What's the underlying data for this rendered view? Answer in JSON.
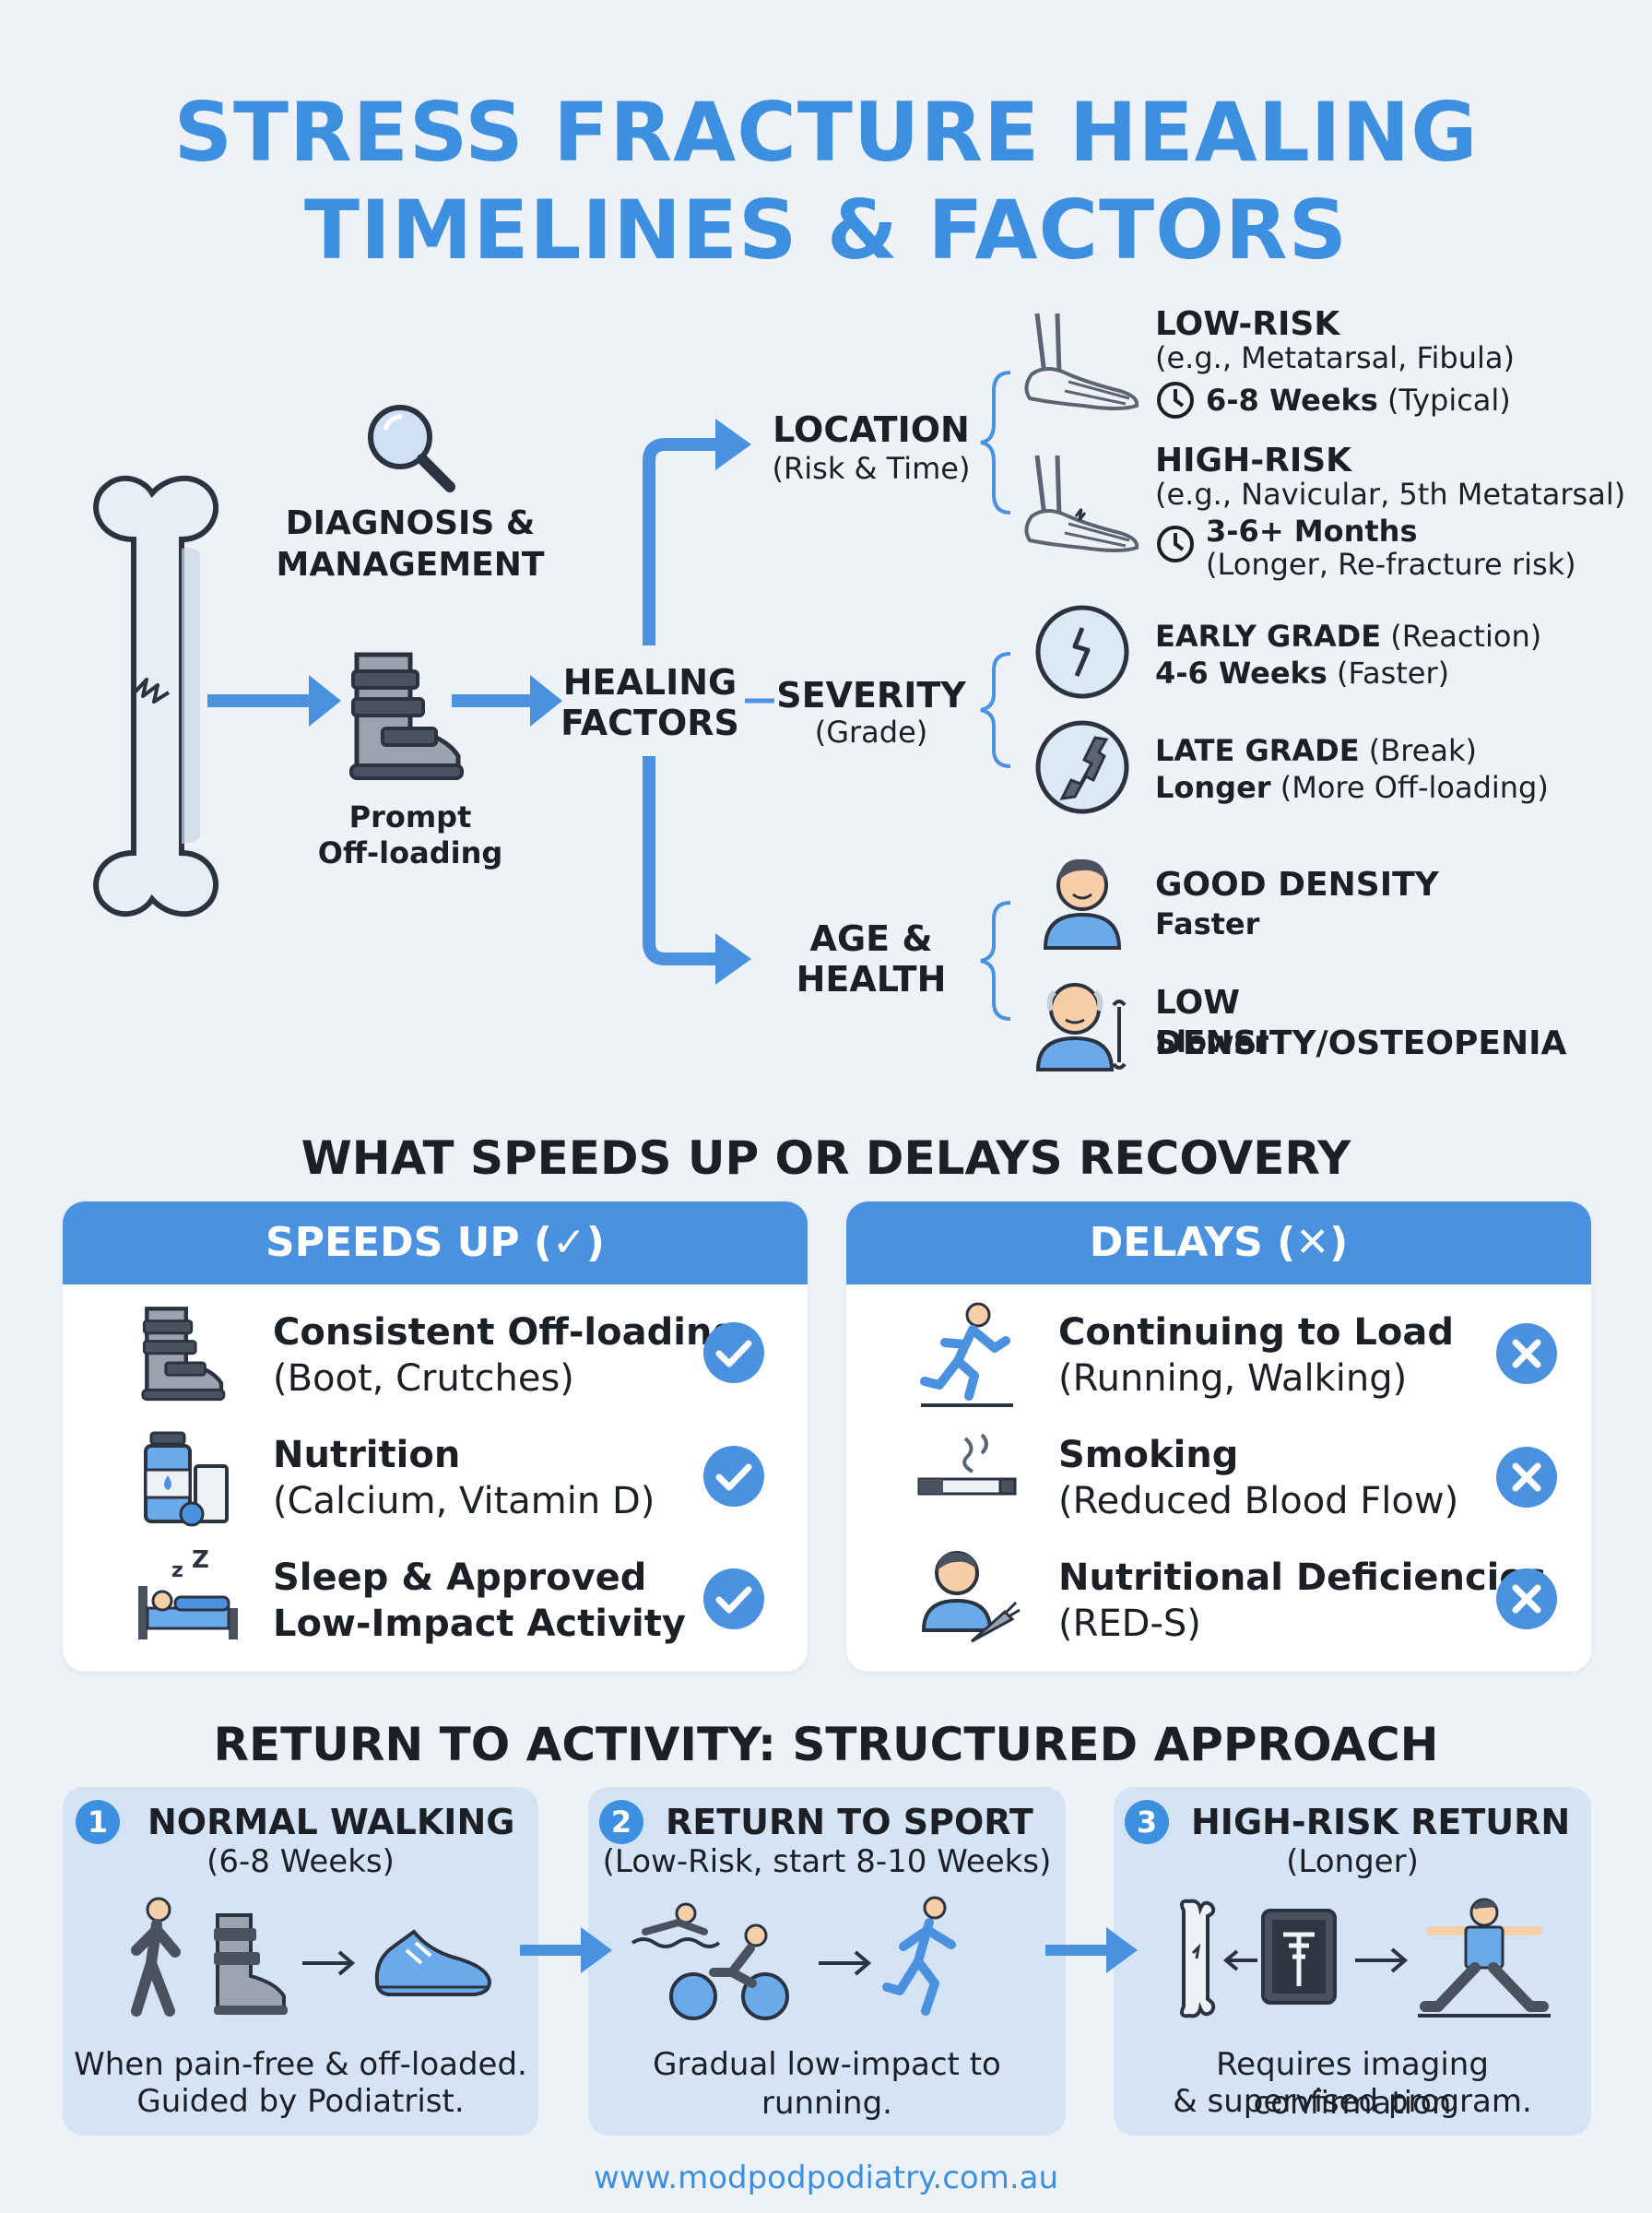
{
  "title": {
    "line1": "STRESS FRACTURE HEALING",
    "line2": "TIMELINES & FACTORS"
  },
  "diagnosis": {
    "label_line1": "DIAGNOSIS &",
    "label_line2": "MANAGEMENT",
    "offload_line1": "Prompt",
    "offload_line2": "Off-loading"
  },
  "healing_factors": {
    "line1": "HEALING",
    "line2": "FACTORS"
  },
  "location": {
    "title": "LOCATION",
    "sub": "(Risk & Time)",
    "low": {
      "title": "LOW-RISK",
      "example": "(e.g., Metatarsal, Fibula)",
      "time": "6-8 Weeks",
      "time_note": "(Typical)"
    },
    "high": {
      "title": "HIGH-RISK",
      "example": "(e.g., Navicular, 5th Metatarsal)",
      "time": "3-6+ Months",
      "time_note": "(Longer, Re-fracture risk)"
    }
  },
  "severity": {
    "title": "SEVERITY",
    "sub": "(Grade)",
    "early": {
      "title": "EARLY GRADE",
      "title_note": "(Reaction)",
      "time": "4-6 Weeks",
      "time_note": "(Faster)"
    },
    "late": {
      "title": "LATE GRADE",
      "title_note": "(Break)",
      "time": "Longer",
      "time_note": "(More Off-loading)"
    }
  },
  "age": {
    "line1": "AGE &",
    "line2": "HEALTH",
    "good": {
      "title": "GOOD DENSITY",
      "speed": "Faster"
    },
    "low": {
      "title": "LOW DENSITY/OSTEOPENIA",
      "speed": "Slower"
    }
  },
  "recovery": {
    "heading": "WHAT SPEEDS UP OR DELAYS RECOVERY",
    "speeds_header": "SPEEDS UP (✓)",
    "delays_header": "DELAYS (✕)",
    "speeds": [
      {
        "line1": "Consistent Off-loading",
        "line2": "(Boot, Crutches)"
      },
      {
        "line1": "Nutrition",
        "line2": "(Calcium, Vitamin D)"
      },
      {
        "line1": "Sleep & Approved",
        "line2": "Low-Impact Activity"
      }
    ],
    "delays": [
      {
        "line1": "Continuing to Load",
        "line2": "(Running, Walking)"
      },
      {
        "line1": "Smoking",
        "line2": "(Reduced Blood Flow)"
      },
      {
        "line1": "Nutritional Deficiencies",
        "line2": "(RED-S)"
      }
    ]
  },
  "return": {
    "heading": "RETURN TO ACTIVITY: STRUCTURED APPROACH",
    "steps": [
      {
        "num": "1",
        "title": "NORMAL WALKING",
        "sub": "(6-8 Weeks)",
        "cap1": "When pain-free & off-loaded.",
        "cap2": "Guided by Podiatrist."
      },
      {
        "num": "2",
        "title": "RETURN TO SPORT",
        "sub": "(Low-Risk, start 8-10 Weeks)",
        "cap1": "Gradual low-impact to running.",
        "cap2": ""
      },
      {
        "num": "3",
        "title": "HIGH-RISK RETURN",
        "sub": "(Longer)",
        "cap1": "Requires imaging confirmation",
        "cap2": "& supervised program."
      }
    ]
  },
  "footer": "www.modpodpodiatry.com.au",
  "colors": {
    "accent": "#3d8fe0",
    "header": "#4a92e0",
    "step_bg": "#d5e4f5"
  }
}
